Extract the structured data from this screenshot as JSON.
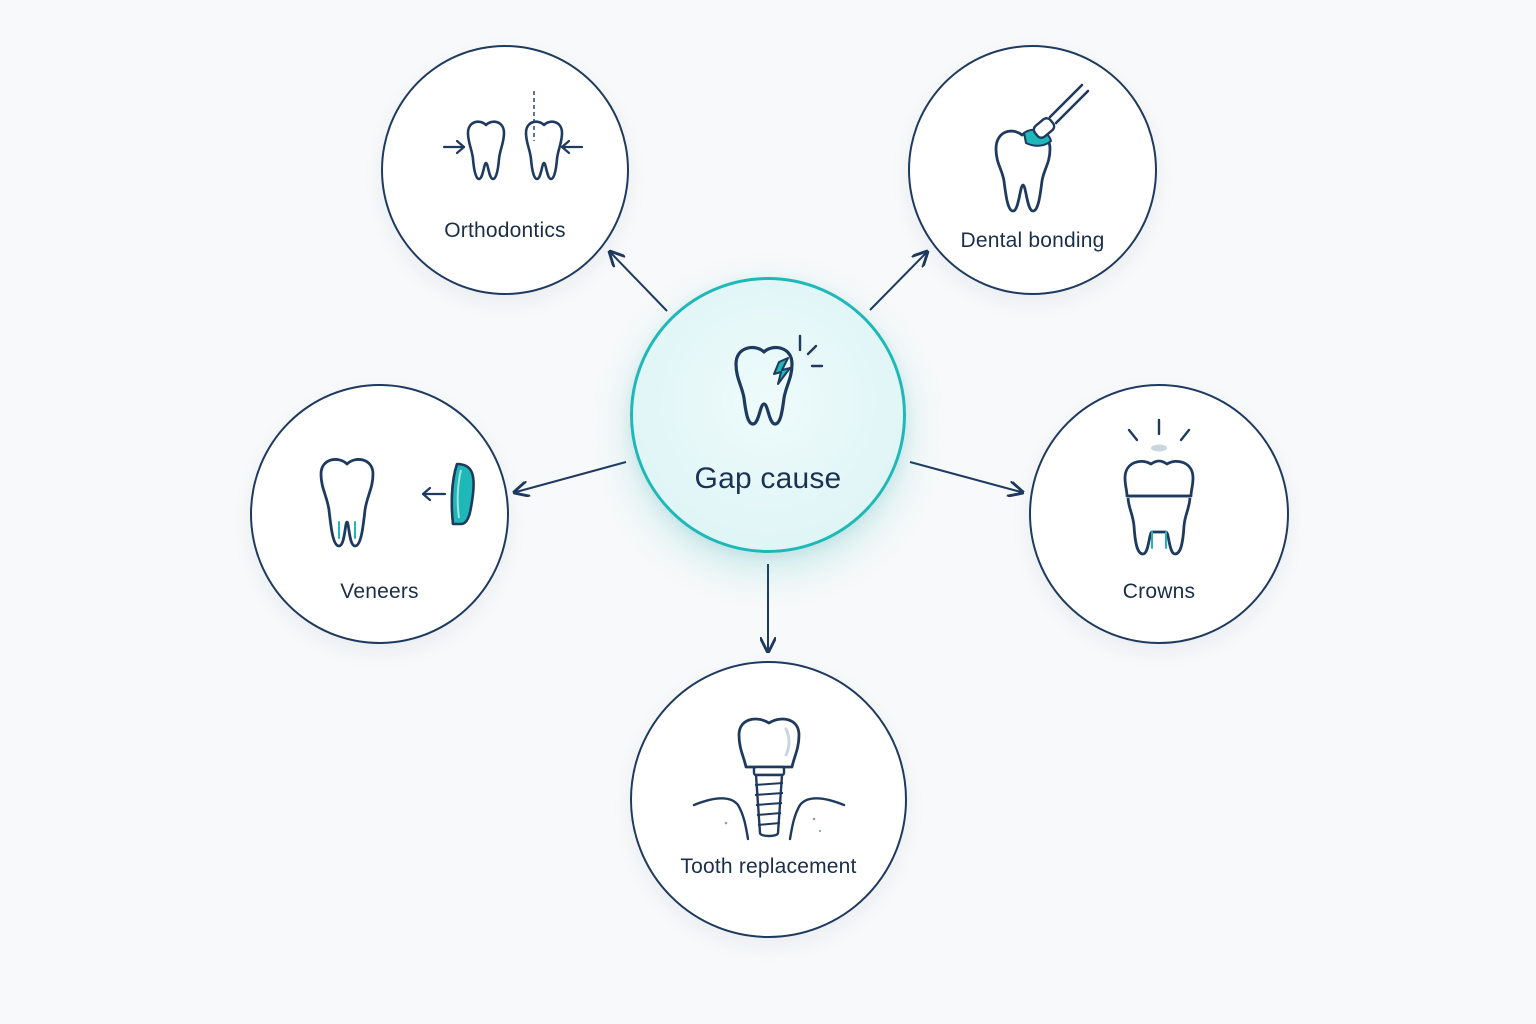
{
  "diagram": {
    "center": {
      "label": "Gap cause",
      "icon": "chipped-tooth-icon"
    },
    "treatments": [
      {
        "id": "orthodontics",
        "label": "Orthodontics",
        "icon": "teeth-closing-gap-icon"
      },
      {
        "id": "bonding",
        "label": "Dental bonding",
        "icon": "bonding-tool-tooth-icon"
      },
      {
        "id": "veneers",
        "label": "Veneers",
        "icon": "veneer-tooth-icon"
      },
      {
        "id": "crowns",
        "label": "Crowns",
        "icon": "crown-tooth-icon"
      },
      {
        "id": "replacement",
        "label": "Tooth replacement",
        "icon": "dental-implant-icon"
      }
    ],
    "colors": {
      "stroke": "#1e3a5f",
      "accent": "#1fb8b8",
      "background": "#f7f9fa"
    }
  }
}
